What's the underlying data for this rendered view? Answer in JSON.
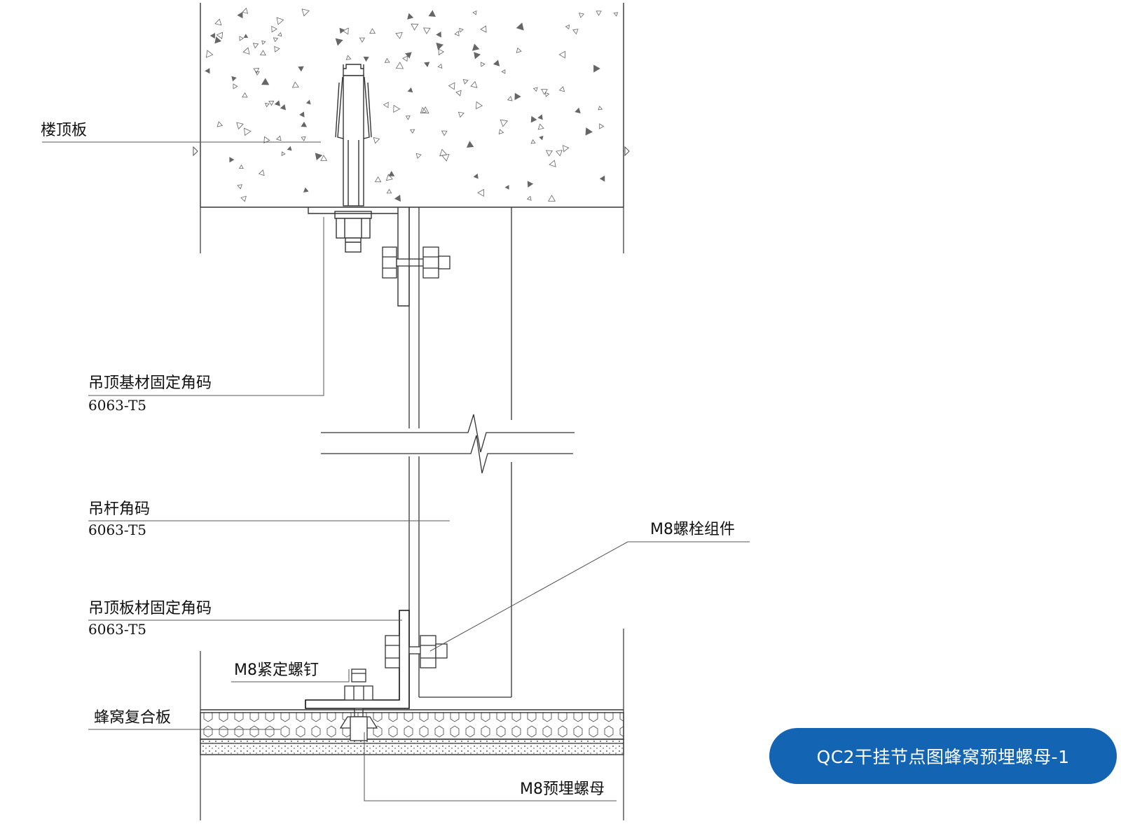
{
  "labels": {
    "slab": "楼顶板",
    "base_bracket": "吊顶基材固定角码",
    "base_bracket_spec": "6063-T5",
    "rod_bracket": "吊杆角码",
    "rod_bracket_spec": "6063-T5",
    "bolt_assembly": "M8螺栓组件",
    "panel_bracket": "吊顶板材固定角码",
    "panel_bracket_spec": "6063-T5",
    "set_screw": "M8紧定螺钉",
    "honeycomb_panel": "蜂窝复合板",
    "embedded_nut": "M8预埋螺母"
  },
  "title_badge": "QC2干挂节点图蜂窝预埋螺母-1",
  "colors": {
    "line": "#333333",
    "badge_bg": "#1464b4",
    "badge_text": "#ffffff"
  }
}
